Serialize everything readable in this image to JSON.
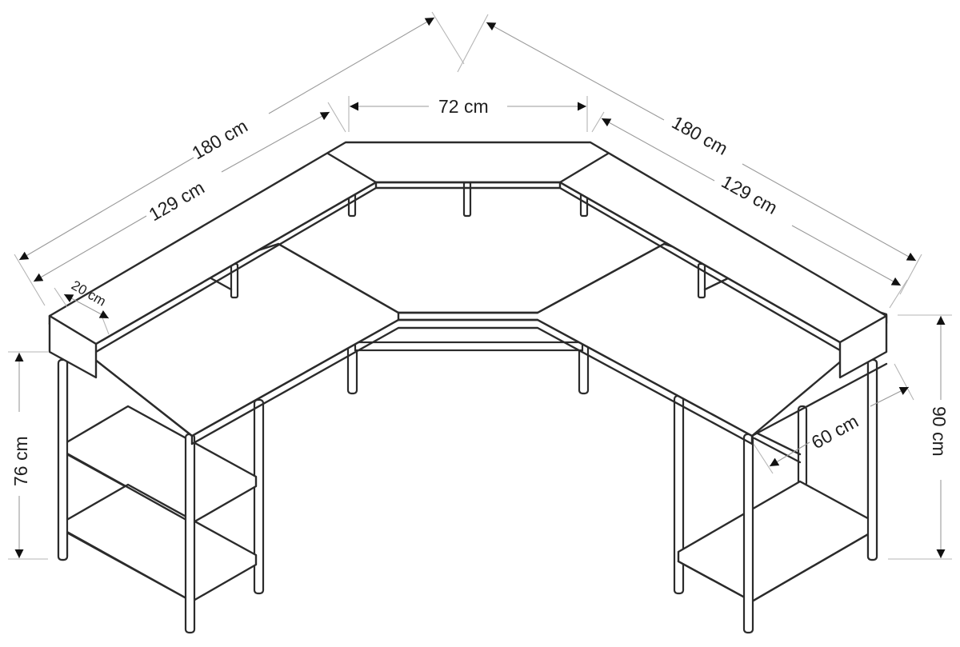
{
  "diagram": {
    "subject": "L-shaped corner desk with raised monitor shelf and side shelving units",
    "colors": {
      "outline": "#2b2b2b",
      "dimension_line": "#9a9a9a",
      "arrow": "#111111",
      "background": "#ffffff"
    },
    "dimensions": {
      "left_total_length": "180 cm",
      "left_shelf_length": "129 cm",
      "shelf_depth": "20 cm",
      "center_width": "72 cm",
      "right_total_length": "180 cm",
      "right_shelf_length": "129 cm",
      "desk_depth": "60 cm",
      "desk_height": "76 cm",
      "total_height": "90 cm"
    }
  }
}
